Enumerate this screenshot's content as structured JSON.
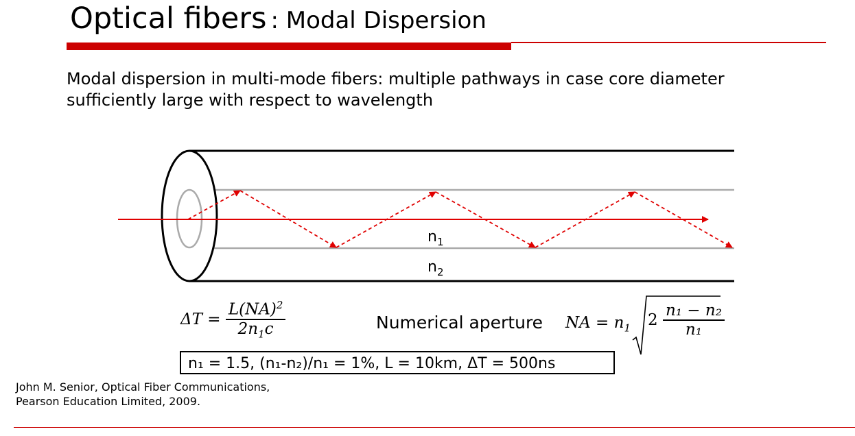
{
  "title": {
    "main": "Optical fibers",
    "sub": ": Modal Dispersion"
  },
  "intro": {
    "line1": "Modal dispersion in multi-mode fibers: multiple pathways in case core diameter",
    "line2": "sufficiently large with respect to wavelength"
  },
  "diagram": {
    "core_label": "n",
    "core_label_sub": "1",
    "cladding_label": "n",
    "cladding_label_sub": "2",
    "ray_color": "#e00000",
    "accent_color": "#cc0000"
  },
  "formula_delta_t": {
    "lhs": "ΔT =",
    "numerator": "L(NA)",
    "numerator_sup": "2",
    "denominator": "2n",
    "denominator_sub": "1",
    "denominator_tail": "c"
  },
  "numerical_aperture": {
    "label": "Numerical aperture",
    "lhs": "NA = n",
    "lhs_sub": "1",
    "coef": "2",
    "numerator": "n₁ − n₂",
    "denominator": "n₁"
  },
  "params": {
    "text": "n₁ = 1.5, (n₁-n₂)/n₁ = 1%, L = 10km, ΔT = 500ns"
  },
  "reference": {
    "line1": "John M. Senior, Optical Fiber Communications,",
    "line2": "Pearson Education Limited, 2009."
  }
}
